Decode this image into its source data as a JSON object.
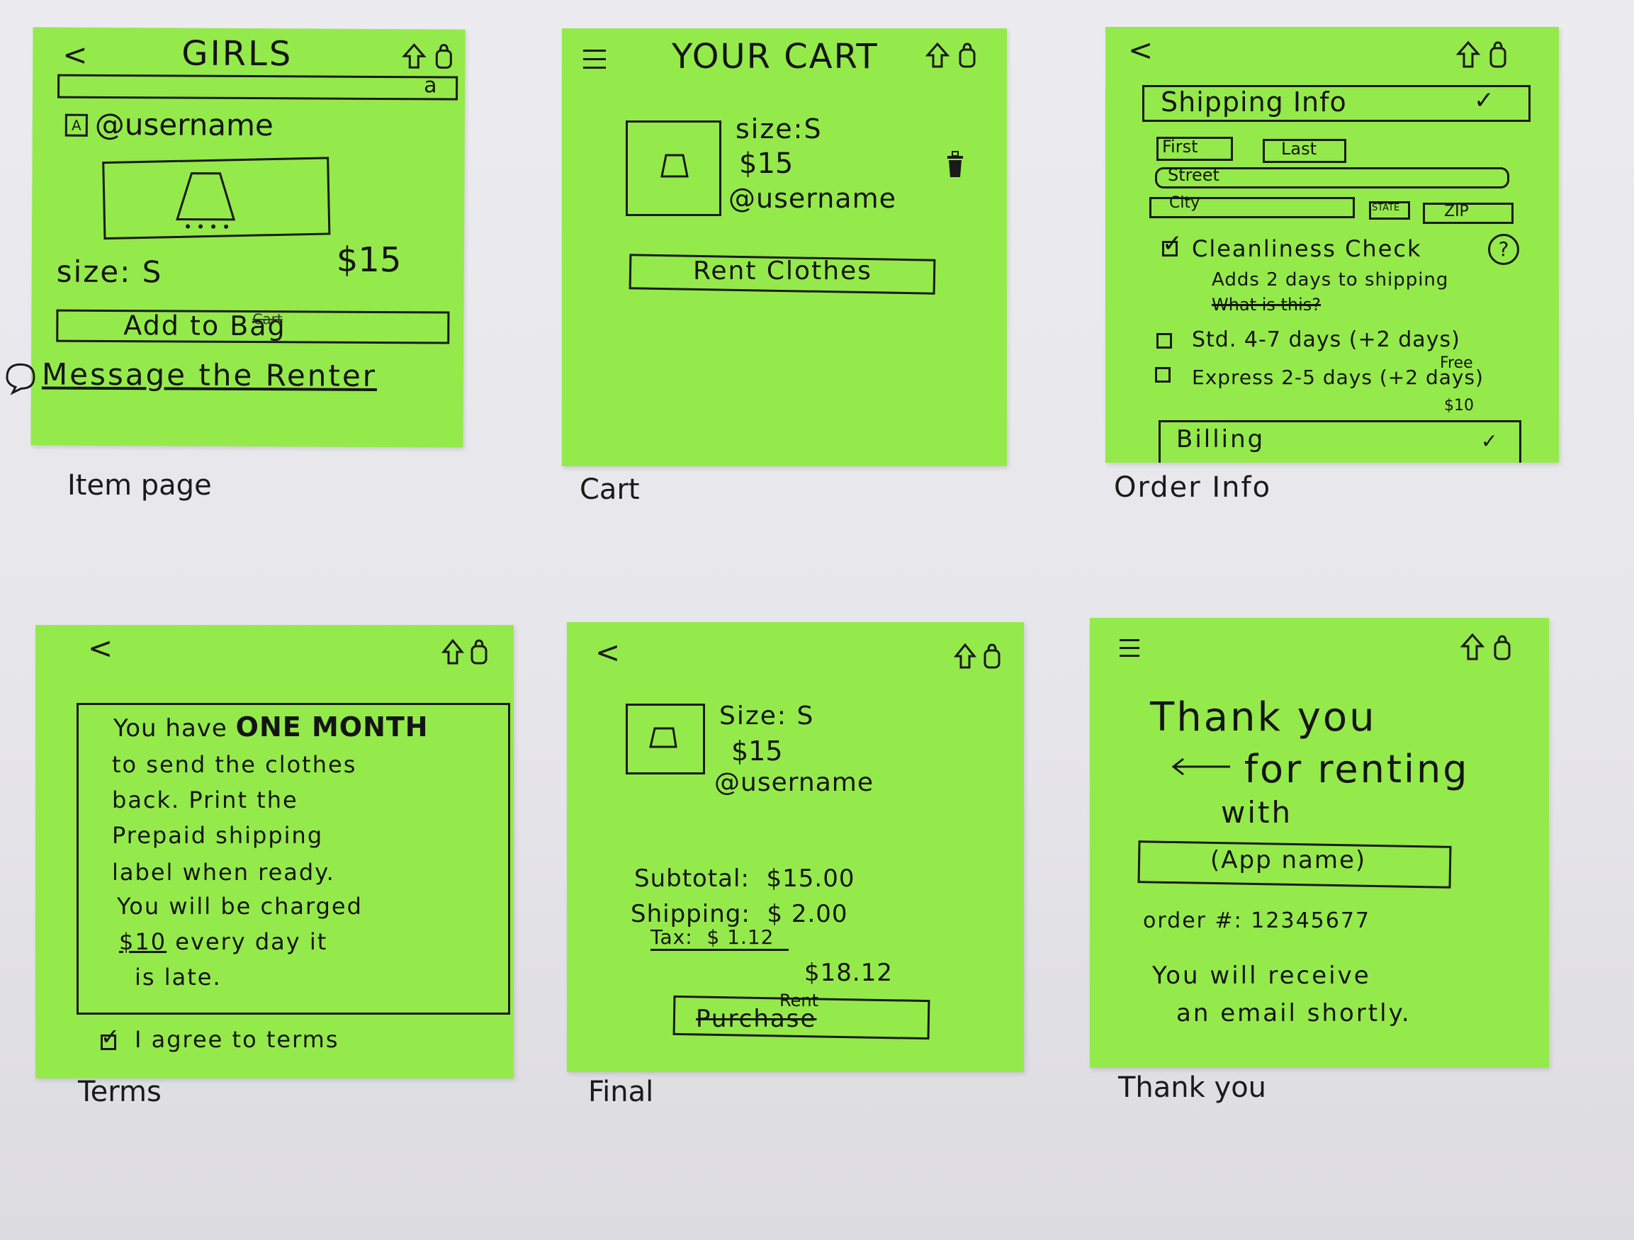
{
  "item_page": {
    "caption": "Item page",
    "title": "GIRLS",
    "search_placeholder": "a",
    "username": "@username",
    "size": "size: S",
    "price": "$15",
    "add_button": "Add to Bag",
    "add_button_struck": "Cart",
    "message": "Message the Renter"
  },
  "cart": {
    "caption": "Cart",
    "title": "YOUR CART",
    "size": "size:S",
    "price": "$15",
    "username": "@username",
    "rent_button": "Rent Clothes"
  },
  "order_info": {
    "caption": "Order Info",
    "shipping_header": "Shipping Info",
    "shipping_check": "✓",
    "first": "First",
    "last": "Last",
    "street": "Street",
    "city": "City",
    "state": "STATE",
    "zip": "ZIP",
    "cleanliness_label": "Cleanliness Check",
    "cleanliness_help": "?",
    "cleanliness_note": "Adds 2 days to shipping",
    "cleanliness_struck": "What is this?",
    "std_label": "Std. 4-7 days (+2 days)",
    "std_price": "Free",
    "express_label": "Express 2-5 days (+2 days)",
    "express_price": "$10",
    "billing_header": "Billing",
    "billing_check": "✓"
  },
  "terms": {
    "caption": "Terms",
    "text_1": "You have",
    "text_bold": "ONE MONTH",
    "text_2": "to send the clothes",
    "text_3": "back. Print the",
    "text_4": "Prepaid shipping",
    "text_5": "label when ready.",
    "text_6": "You will be charged",
    "text_fee": "$10",
    "text_7": "every day it",
    "text_8": "is late.",
    "agree": "I agree to terms"
  },
  "final": {
    "caption": "Final",
    "size": "Size: S",
    "price": "$15",
    "username": "@username",
    "subtotal": "Subtotal:  $15.00",
    "shipping": "Shipping:  $ 2.00",
    "tax": "Tax:  $ 1.12",
    "total": "$18.12",
    "rent_button": "Rent",
    "rent_button_struck": "Purchase"
  },
  "thank_you": {
    "caption": "Thank you",
    "line_1": "Thank you",
    "line_2": "for renting",
    "line_3": "with",
    "app_name": "(App name)",
    "order_number": "order #: 12345677",
    "email_1": "You will receive",
    "email_2": "an email shortly."
  },
  "colors": {
    "sticky_note": "#94ea4b",
    "paper": "#e6e5ea",
    "ink": "#1a1a1a"
  },
  "icons": [
    "back-arrow-icon",
    "menu-icon",
    "upload-icon",
    "bag-icon",
    "trash-icon",
    "search-icon",
    "chat-bubble-icon",
    "skirt-icon",
    "arrow-left-icon"
  ]
}
